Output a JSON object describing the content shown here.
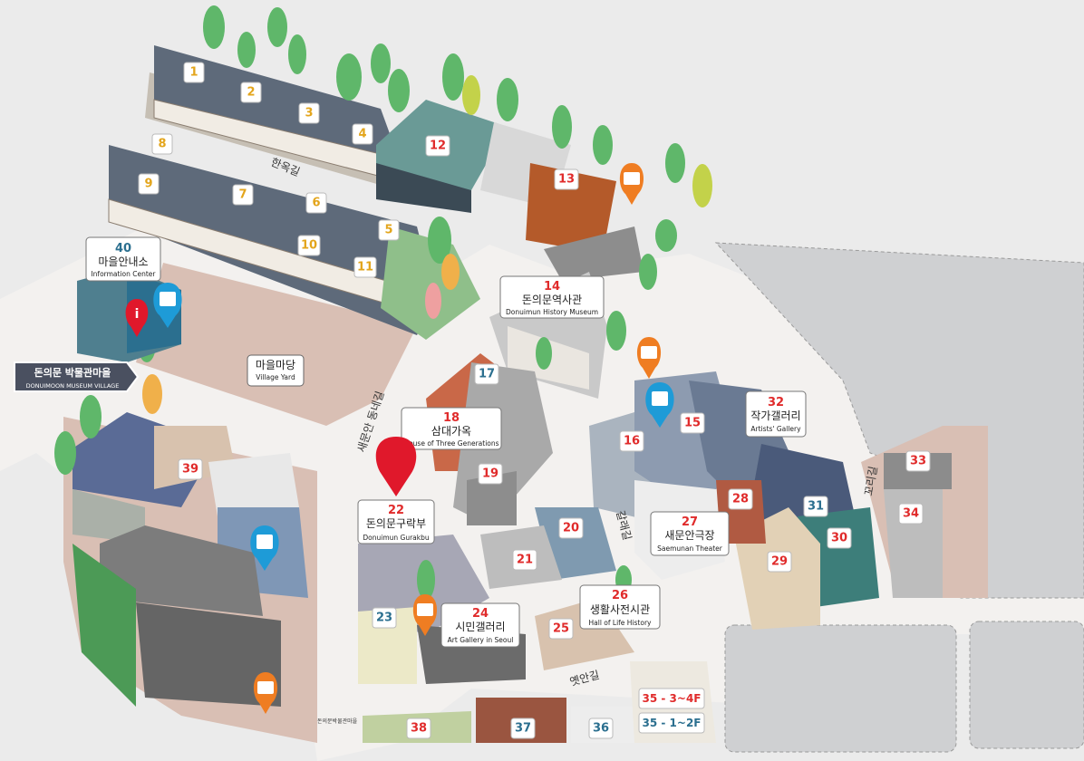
{
  "map": {
    "numbers": {
      "n1": "1",
      "n2": "2",
      "n3": "3",
      "n4": "4",
      "n5": "5",
      "n6": "6",
      "n7": "7",
      "n8": "8",
      "n9": "9",
      "n10": "10",
      "n11": "11",
      "n12": "12",
      "n13": "13",
      "n15": "15",
      "n16": "16",
      "n17": "17",
      "n19": "19",
      "n20": "20",
      "n21": "21",
      "n23": "23",
      "n25": "25",
      "n28": "28",
      "n29": "29",
      "n30": "30",
      "n31": "31",
      "n33": "33",
      "n34": "34",
      "n36": "36",
      "n37": "37",
      "n38": "38",
      "n39": "39",
      "floors_upper": "35 - 3~4F",
      "floors_lower": "35 - 1~2F"
    },
    "labels": {
      "info_center": {
        "num": "40",
        "ko": "마을안내소",
        "en": "Information Center"
      },
      "history_museum": {
        "num": "14",
        "ko": "돈의문역사관",
        "en": "Donuimun History Museum"
      },
      "three_generations": {
        "num": "18",
        "ko": "삼대가옥",
        "en": "House of Three Generations"
      },
      "gurakbu": {
        "num": "22",
        "ko": "돈의문구락부",
        "en": "Donuimun Gurakbu"
      },
      "artists_gallery": {
        "num": "32",
        "ko": "작가갤러리",
        "en": "Artists' Gallery"
      },
      "theater": {
        "num": "27",
        "ko": "새문안극장",
        "en": "Saemunan Theater"
      },
      "life_history": {
        "num": "26",
        "ko": "생활사전시관",
        "en": "Hall of Life History"
      },
      "citizen_gallery": {
        "num": "24",
        "ko": "시민갤러리",
        "en": "Art Gallery in Seoul"
      },
      "village_yard": {
        "ko": "마을마당",
        "en": "Village Yard"
      }
    },
    "sign": {
      "ko": "돈의문 박물관마을",
      "en": "DONUIMOON MUSEUM VILLAGE"
    },
    "roads": {
      "hanok": "한옥길",
      "saemunan": "새문안 동네길",
      "galrae": "갈래길",
      "kkori": "꼬리길",
      "yetan": "옛안길"
    },
    "storefront": "돈의문박물관마을",
    "colors": {
      "ground": "#ebebeb",
      "path": "#ece6e0",
      "yard": "#d9bfb4",
      "hanok_roof": "#5e6a7a",
      "hanok_wall": "#f1ece4",
      "accent_red": "#e02b2b",
      "teal": "#2b6f8f",
      "blue_pin": "#1e9bd7",
      "orange_pin": "#ef7d22",
      "red_pin": "#e0182b",
      "tree_green": "#5fb76a",
      "gold_num": "#e3a51c"
    },
    "icons": [
      "info-icon",
      "restroom-icon",
      "elevator-icon",
      "location-pin-icon"
    ]
  }
}
